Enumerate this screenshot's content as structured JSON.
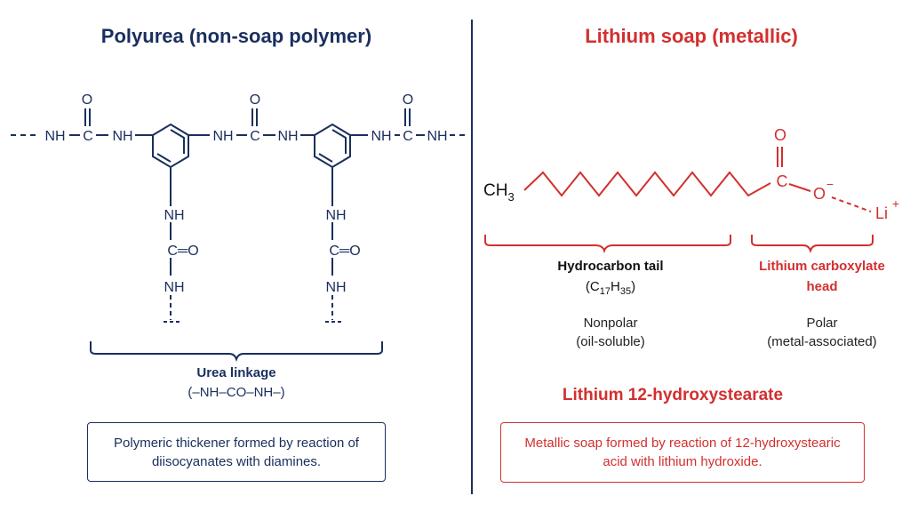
{
  "left": {
    "title": "Polyurea (non-soap polymer)",
    "atoms": {
      "o": "O",
      "nh": "NH",
      "c": "C",
      "c_eq_o": "C═O"
    },
    "bracket_label": "Urea linkage",
    "bracket_formula": "(–NH–CO–NH–)",
    "description": "Polymeric thickener formed by reaction of diisocyanates with diamines."
  },
  "right": {
    "title": "Lithium soap (metallic)",
    "chain_start": "CH",
    "chain_start_sub": "3",
    "atoms": {
      "o": "O",
      "c": "C",
      "o_minus": "O",
      "minus": "−",
      "li": "Li",
      "plus": "+"
    },
    "tail_label": "Hydrocarbon tail",
    "tail_formula": {
      "open": "(C",
      "sub1": "17",
      "h": "H",
      "sub2": "35",
      "close": ")"
    },
    "tail_desc_1": "Nonpolar",
    "tail_desc_2": "(oil-soluble)",
    "head_label_1": "Lithium carboxylate",
    "head_label_2": "head",
    "head_desc_1": "Polar",
    "head_desc_2": "(metal-associated)",
    "compound_name": "Lithium 12-hydroxystearate",
    "description": "Metallic soap formed by reaction of 12-hydroxystearic acid with lithium hydroxide."
  },
  "colors": {
    "navy": "#1a2f5e",
    "red": "#d32f2f"
  }
}
